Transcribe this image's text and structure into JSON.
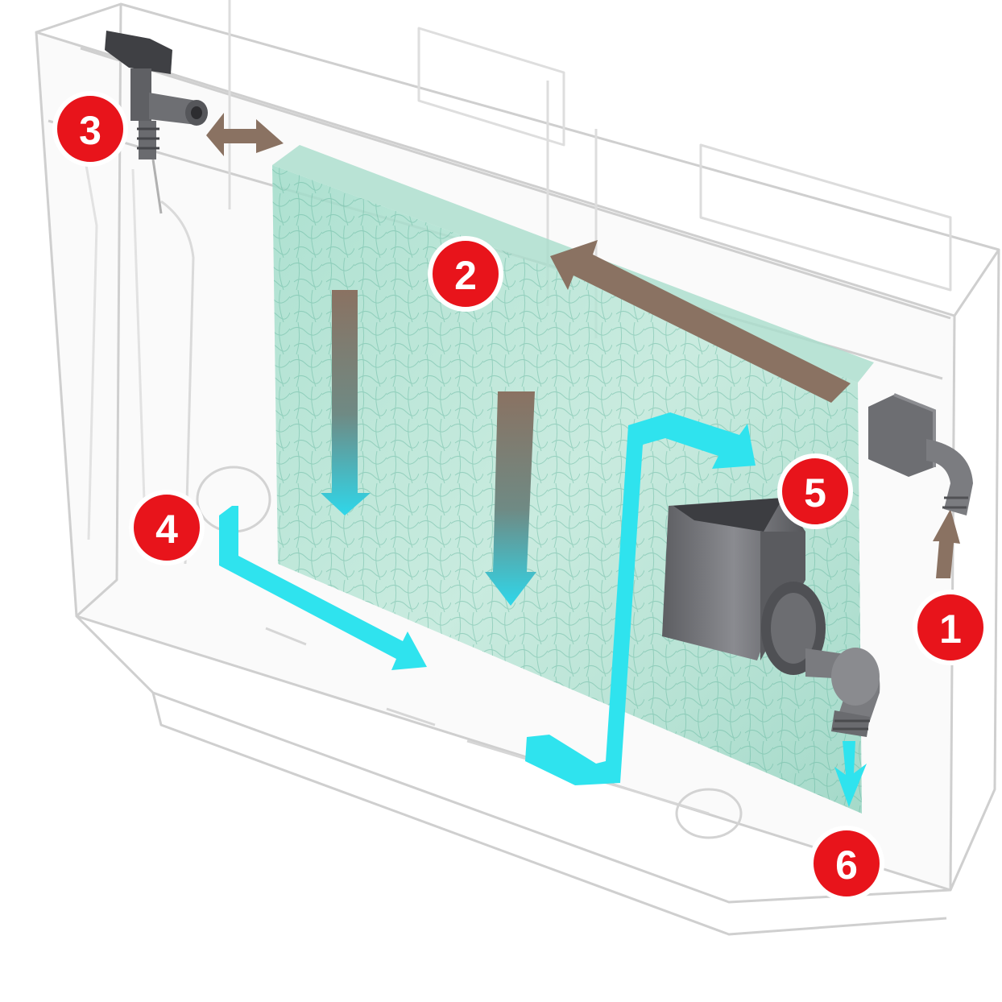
{
  "diagram": {
    "markers": [
      {
        "id": "marker-1",
        "label": "1"
      },
      {
        "id": "marker-2",
        "label": "2"
      },
      {
        "id": "marker-3",
        "label": "3"
      },
      {
        "id": "marker-4",
        "label": "4"
      },
      {
        "id": "marker-5",
        "label": "5"
      },
      {
        "id": "marker-6",
        "label": "6"
      }
    ],
    "colors": {
      "marker_fill": "#e8141b",
      "marker_ring": "#ffffff",
      "dirty_flow_arrow": "#8a7262",
      "clean_flow_arrow": "#2fe3ee",
      "filter_media": "#8fd8c2",
      "housing_outline": "#cfcfcf",
      "fittings": "#6e6e72"
    },
    "icons": [
      "valve-fitting-icon",
      "inlet-elbow-fitting-icon",
      "pump-icon",
      "outlet-elbow-fitting-icon"
    ]
  }
}
